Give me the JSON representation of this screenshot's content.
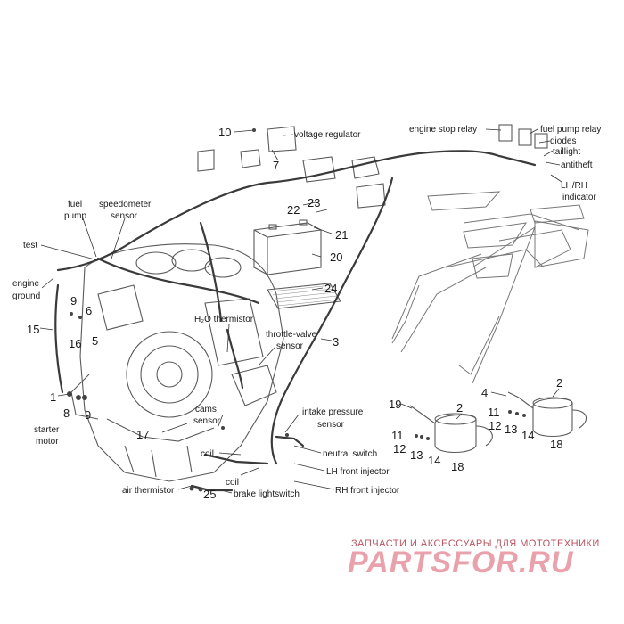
{
  "callouts": {
    "n1a": "1",
    "n2a": "2",
    "n2b": "2",
    "n3": "3",
    "n4": "4",
    "n5": "5",
    "n6": "6",
    "n7": "7",
    "n8": "8",
    "n9a": "9",
    "n9b": "9",
    "n10": "10",
    "n11a": "11",
    "n11b": "11",
    "n12a": "12",
    "n12b": "12",
    "n13a": "13",
    "n13b": "13",
    "n14a": "14",
    "n14b": "14",
    "n15": "15",
    "n16": "16",
    "n17": "17",
    "n18a": "18",
    "n18b": "18",
    "n19": "19",
    "n20": "20",
    "n21": "21",
    "n22": "22",
    "n23": "23",
    "n24": "24",
    "n25": "25"
  },
  "labels": {
    "voltage_regulator": "voltage regulator",
    "engine_stop_relay": "engine stop relay",
    "fuel_pump_relay": "fuel pump relay",
    "diodes": "diodes",
    "taillight": "taillight",
    "antitheft": "antitheft",
    "lhrh_1": "LH/RH",
    "lhrh_2": "indicator",
    "fuel_pump_1": "fuel",
    "fuel_pump_2": "pump",
    "speedo_1": "speedometer",
    "speedo_2": "sensor",
    "test": "test",
    "engine_ground_1": "engine",
    "engine_ground_2": "ground",
    "h2o_thermistor": "H₂O thermistor",
    "throttle_1": "throttle-valve",
    "throttle_2": "sensor",
    "intake_1": "intake pressure",
    "intake_2": "sensor",
    "cams_1": "cams",
    "cams_2": "sensor",
    "coil_a": "coil",
    "coil_b": "coil",
    "neutral_switch": "neutral switch",
    "lh_injector": "LH front injector",
    "rh_injector": "RH front injector",
    "air_thermistor": "air thermistor",
    "brake_switch": "brake lightswitch",
    "starter_1": "starter",
    "starter_2": "motor"
  },
  "watermark": {
    "tagline": "ЗАПЧАСТИ И АКСЕССУАРЫ ДЛЯ МОТОТЕХНИКИ",
    "brand": "PARTSFOR.RU"
  },
  "colors": {
    "watermark_tagline": "#b8545e",
    "watermark_logo": "#e9a2ac"
  }
}
